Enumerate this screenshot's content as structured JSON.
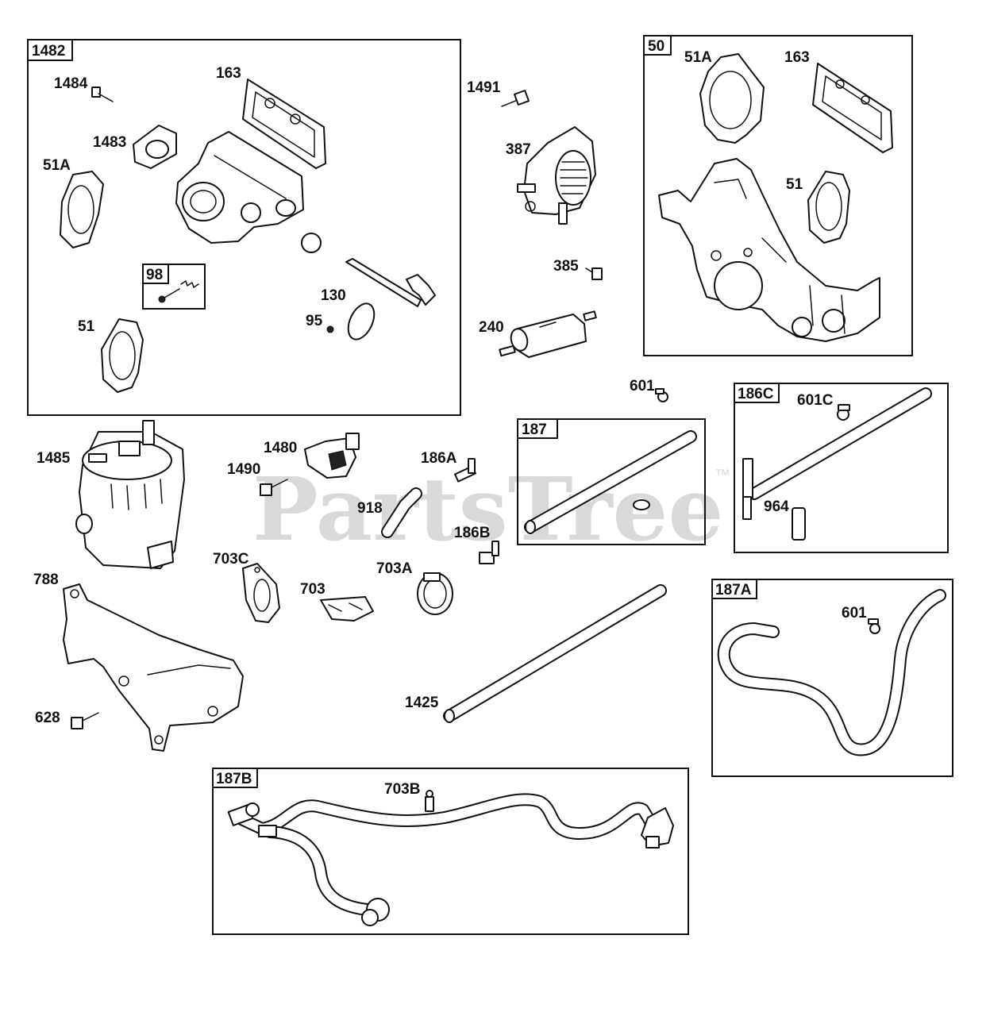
{
  "watermark": {
    "text": "PartsTree",
    "trademark": "™"
  },
  "boxes": {
    "b1482": "1482",
    "b98": "98",
    "b50": "50",
    "b187": "187",
    "b186C": "186C",
    "b187A": "187A",
    "b187B": "187B"
  },
  "labels": {
    "l1484": "1484",
    "l163a": "163",
    "l1483": "1483",
    "l51Aa": "51A",
    "l51a": "51",
    "l130": "130",
    "l95": "95",
    "l1491": "1491",
    "l387": "387",
    "l385": "385",
    "l240": "240",
    "l51Ab": "51A",
    "l163b": "163",
    "l51b": "51",
    "l601a": "601",
    "l601C": "601C",
    "l964": "964",
    "l1485": "1485",
    "l1480": "1480",
    "l1490": "1490",
    "l918": "918",
    "l186A": "186A",
    "l186B": "186B",
    "l703C": "703C",
    "l703": "703",
    "l703A": "703A",
    "l788": "788",
    "l628": "628",
    "l1425": "1425",
    "l601b": "601",
    "l703B": "703B"
  }
}
